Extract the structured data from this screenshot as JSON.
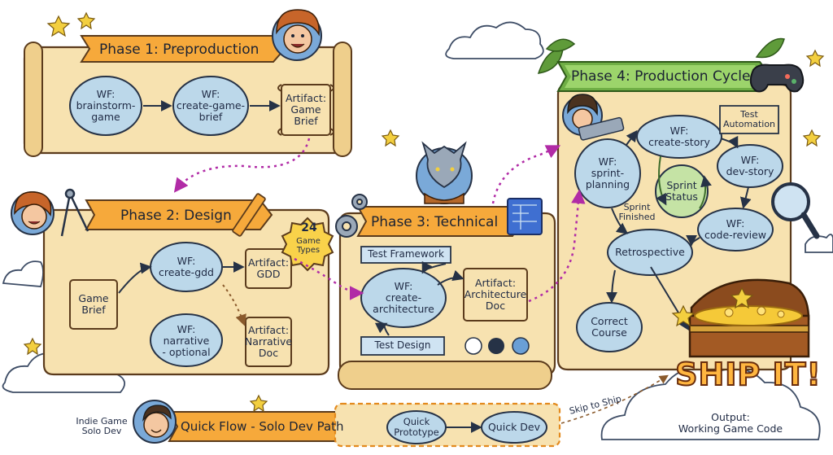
{
  "phases": {
    "p1": {
      "title": "Phase 1: Preproduction",
      "nodes": [
        "WF:\nbrainstorm-\ngame",
        "WF:\ncreate-game-\nbrief"
      ],
      "artifact": "Artifact:\nGame\nBrief"
    },
    "p2": {
      "title": "Phase 2: Design",
      "input": "Game\nBrief",
      "nodes": [
        "WF:\ncreate-gdd",
        "WF:\nnarrative\n- optional"
      ],
      "artifacts": [
        "Artifact:\nGDD",
        "Artifact:\nNarrative\nDoc"
      ],
      "badge": {
        "number": "24",
        "text": "Game\nTypes"
      }
    },
    "p3": {
      "title": "Phase 3: Technical",
      "tags": [
        "Test Framework",
        "Test Design"
      ],
      "node": "WF:\ncreate-\narchitecture",
      "artifact": "Artifact:\nArchitecture\nDoc"
    },
    "p4": {
      "title": "Phase 4: Production Cycle",
      "nodes": {
        "sprint_planning": "WF:\nsprint-\nplanning",
        "create_story": "WF:\ncreate-story",
        "dev_story": "WF:\ndev-story",
        "code_review": "WF:\ncode-review",
        "retrospective": "Retrospective",
        "correct_course": "Correct\nCourse",
        "sprint_status": "Sprint\nStatus"
      },
      "tag": "Test\nAutomation",
      "sprint_finished": "Sprint\nFinished"
    }
  },
  "quick_flow": {
    "persona": "Indie Game\nSolo Dev",
    "title": "Quick Flow - Solo Dev Path",
    "nodes": [
      "Quick\nPrototype",
      "Quick Dev"
    ],
    "skip": "Skip to Ship"
  },
  "finish": {
    "ship": "SHIP IT!",
    "output": "Output:\nWorking Game Code"
  },
  "colors": {
    "parchment": "#f7e2b0",
    "parchment_edge": "#5b3b1c",
    "banner": "#f6a93b",
    "node_fill": "#bcd8ea",
    "node_stroke": "#263246",
    "sprint_status_fill": "#c5e3a5",
    "dotted_path": "#b12ba6",
    "leaf_green": "#5f9b3a",
    "star": "#f3cf3f"
  }
}
